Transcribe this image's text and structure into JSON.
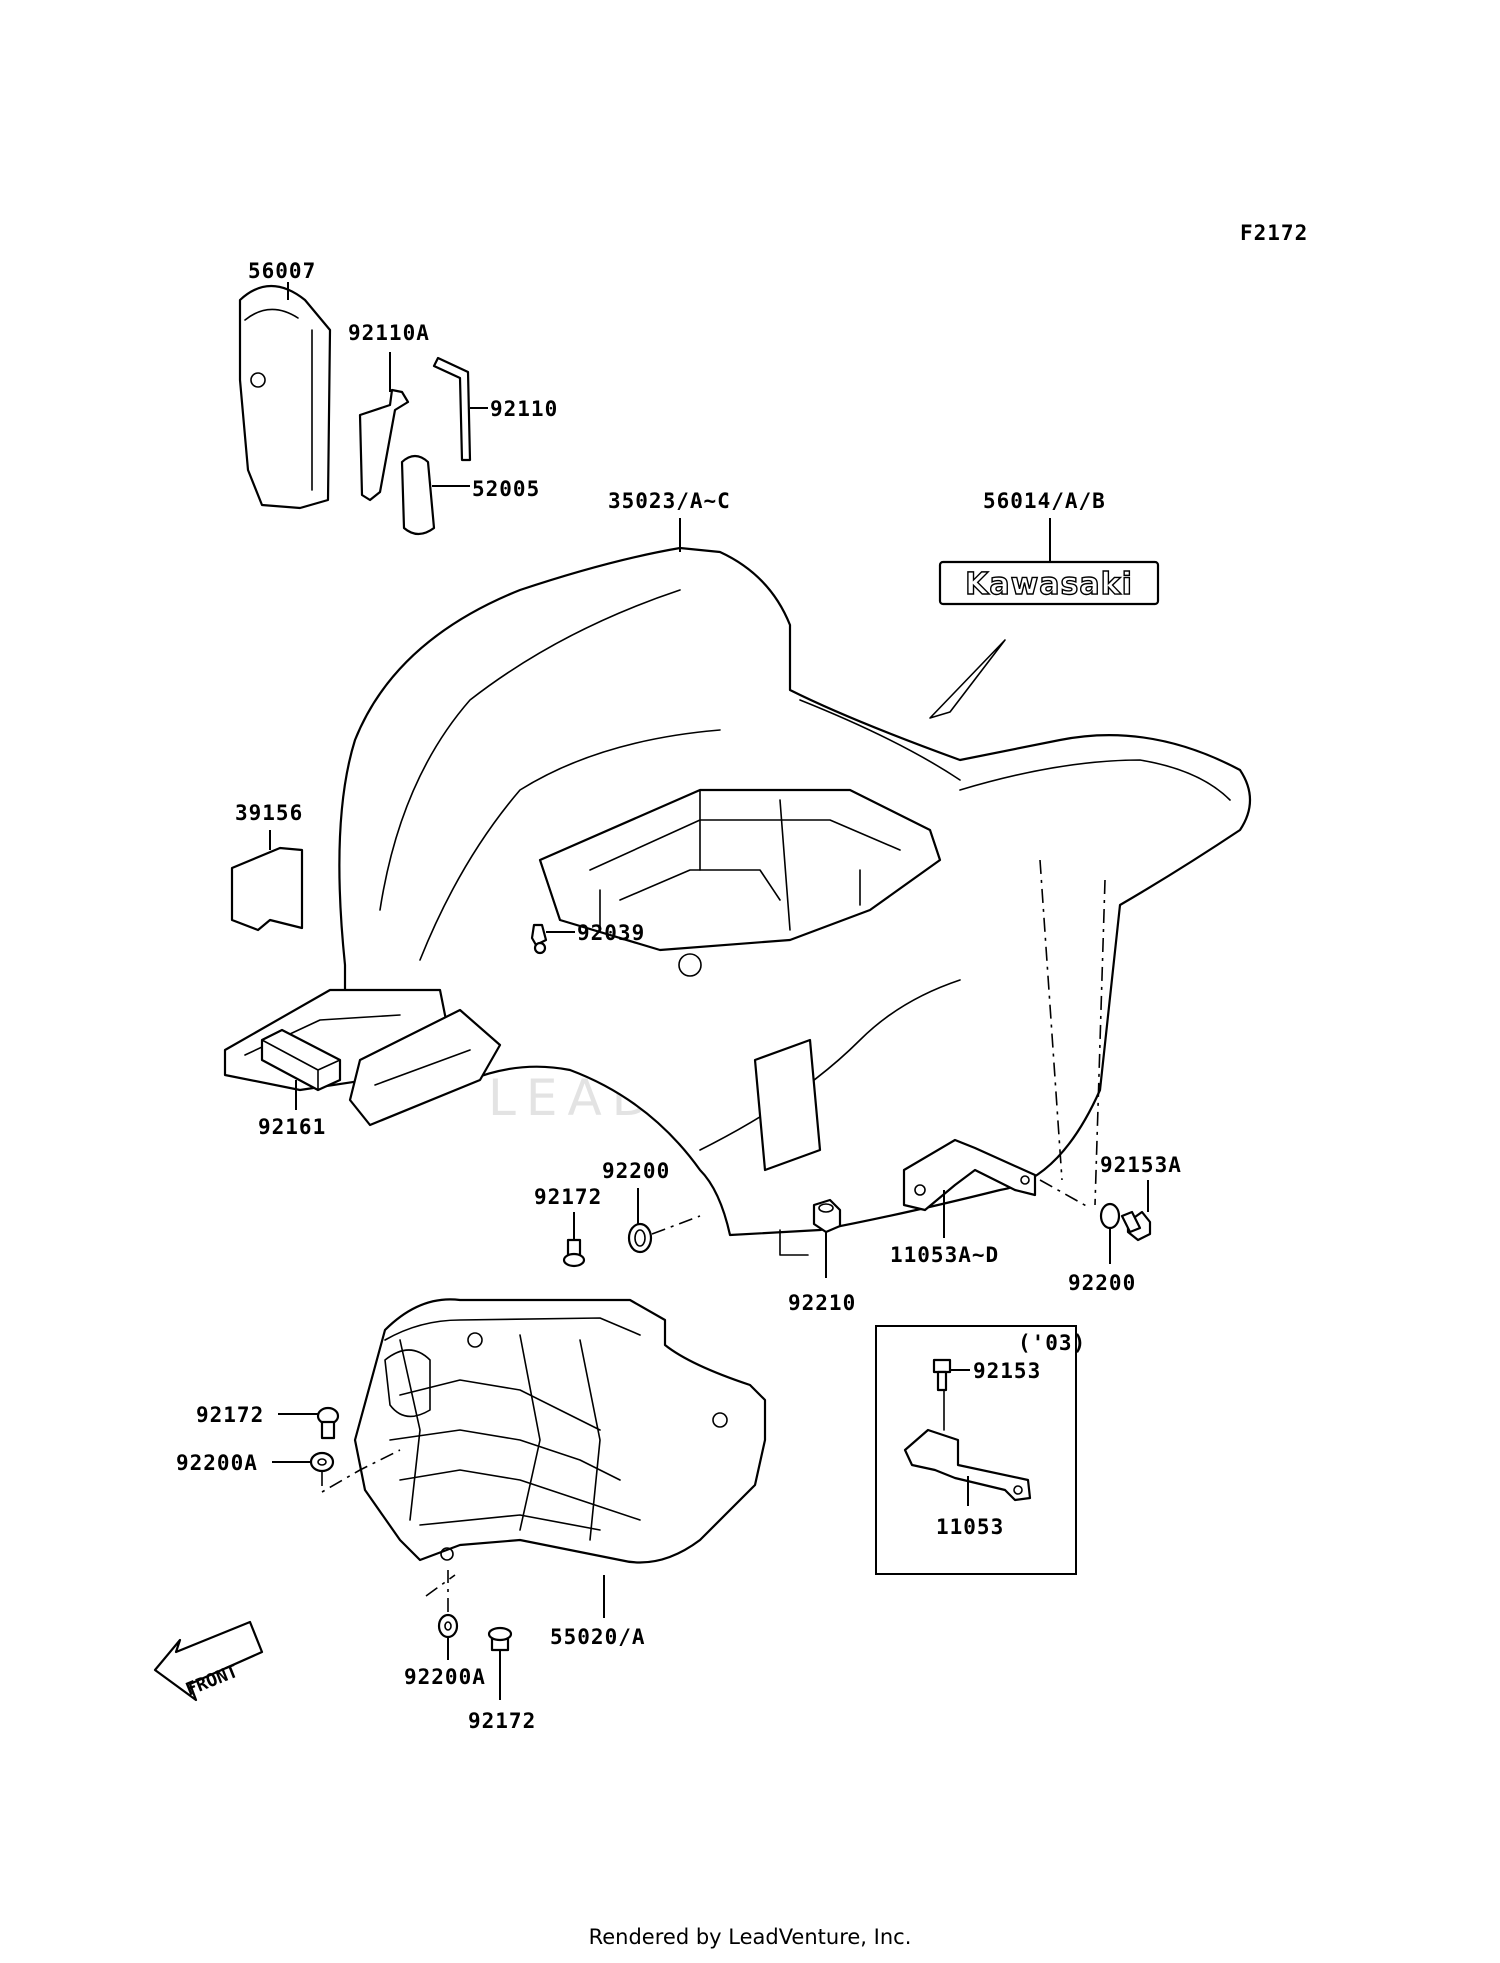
{
  "figure_code": "F2172",
  "watermark": "LEADVENTURE",
  "footer": "Rendered by LeadVenture, Inc.",
  "logo_text": "Kawasaki",
  "front_label": "FRONT",
  "inset_label": "('03)",
  "labels": {
    "p56007": "56007",
    "p92110A": "92110A",
    "p92110": "92110",
    "p52005": "52005",
    "p35023": "35023/A~C",
    "p56014": "56014/A/B",
    "p39156": "39156",
    "p92039": "92039",
    "p92161": "92161",
    "p92200_mid": "92200",
    "p92172_mid": "92172",
    "p92210": "92210",
    "p11053AD": "11053A~D",
    "p92153A": "92153A",
    "p92200_right": "92200",
    "p92153": "92153",
    "p11053": "11053",
    "p92172_left": "92172",
    "p92200A_left": "92200A",
    "p92200A_bottom": "92200A",
    "p92172_bottom": "92172",
    "p55020": "55020/A"
  }
}
